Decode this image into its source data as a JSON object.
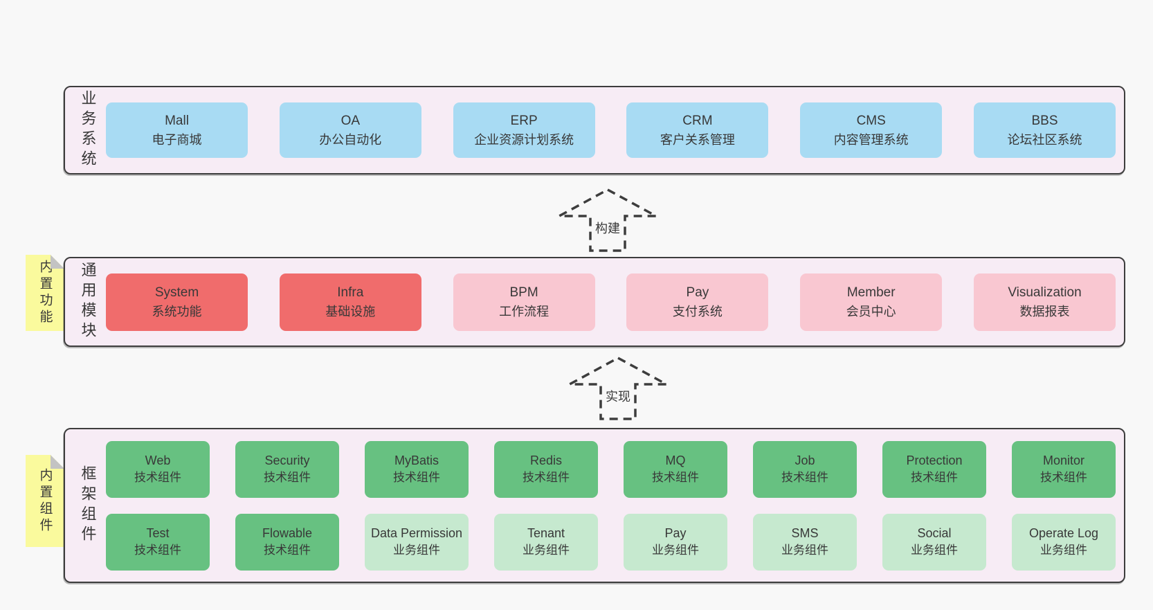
{
  "colors": {
    "page_bg": "#f8f8f8",
    "panel_bg": "#f7ecf5",
    "line": "#3d3d3d",
    "text": "#383838",
    "blue": "#a8dbf3",
    "red": "#f06c6c",
    "pink": "#f9c7d1",
    "green": "#67c181",
    "green_light": "#c6e9cf",
    "yellow": "#fafa9d",
    "fold": "#c3c3c3"
  },
  "arrows": [
    {
      "label": "构建"
    },
    {
      "label": "实现"
    }
  ],
  "layers": [
    {
      "label": "业务系统",
      "boxes": [
        {
          "name": "Mall",
          "desc": "电子商城"
        },
        {
          "name": "OA",
          "desc": "办公自动化"
        },
        {
          "name": "ERP",
          "desc": "企业资源计划系统"
        },
        {
          "name": "CRM",
          "desc": "客户关系管理"
        },
        {
          "name": "CMS",
          "desc": "内容管理系统"
        },
        {
          "name": "BBS",
          "desc": "论坛社区系统"
        }
      ]
    },
    {
      "label": "通用模块",
      "sticky": "内置功能",
      "boxes": [
        {
          "name": "System",
          "desc": "系统功能"
        },
        {
          "name": "Infra",
          "desc": "基础设施"
        },
        {
          "name": "BPM",
          "desc": "工作流程"
        },
        {
          "name": "Pay",
          "desc": "支付系统"
        },
        {
          "name": "Member",
          "desc": "会员中心"
        },
        {
          "name": "Visualization",
          "desc": "数据报表"
        }
      ]
    },
    {
      "label": "框架组件",
      "sticky": "内置组件",
      "rows": [
        [
          {
            "name": "Web",
            "desc": "技术组件"
          },
          {
            "name": "Security",
            "desc": "技术组件"
          },
          {
            "name": "MyBatis",
            "desc": "技术组件"
          },
          {
            "name": "Redis",
            "desc": "技术组件"
          },
          {
            "name": "MQ",
            "desc": "技术组件"
          },
          {
            "name": "Job",
            "desc": "技术组件"
          },
          {
            "name": "Protection",
            "desc": "技术组件"
          },
          {
            "name": "Monitor",
            "desc": "技术组件"
          }
        ],
        [
          {
            "name": "Test",
            "desc": "技术组件"
          },
          {
            "name": "Flowable",
            "desc": "技术组件"
          },
          {
            "name": "Data Permission",
            "desc": "业务组件"
          },
          {
            "name": "Tenant",
            "desc": "业务组件"
          },
          {
            "name": "Pay",
            "desc": "业务组件"
          },
          {
            "name": "SMS",
            "desc": "业务组件"
          },
          {
            "name": "Social",
            "desc": "业务组件"
          },
          {
            "name": "Operate Log",
            "desc": "业务组件"
          }
        ]
      ]
    }
  ]
}
